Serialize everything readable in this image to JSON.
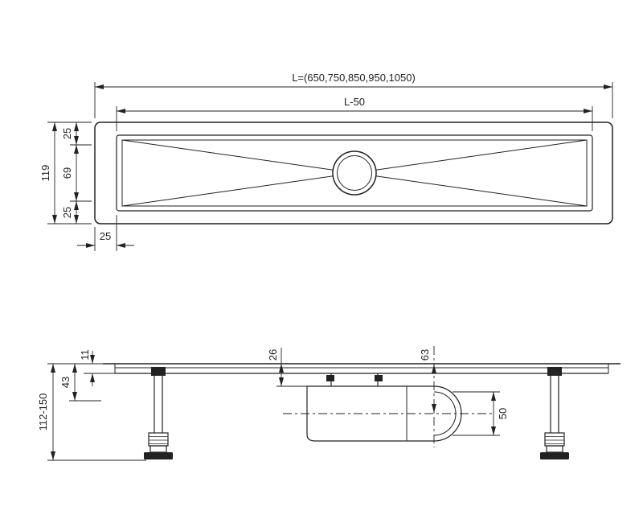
{
  "colors": {
    "line": "#222222",
    "background": "#ffffff"
  },
  "top_view": {
    "length_overall": "L=(650,750,850,950,1050)",
    "length_grate": "L-50",
    "height_overall": "119",
    "margin_top": "25",
    "grate_height": "69",
    "margin_bottom": "25",
    "margin_left": "25"
  },
  "side_view": {
    "edge_height": "11",
    "flange_depth": "43",
    "install_height_range": "112-150",
    "inlet_depth": "26",
    "outlet_center_depth": "63",
    "outlet_diameter": "50"
  }
}
